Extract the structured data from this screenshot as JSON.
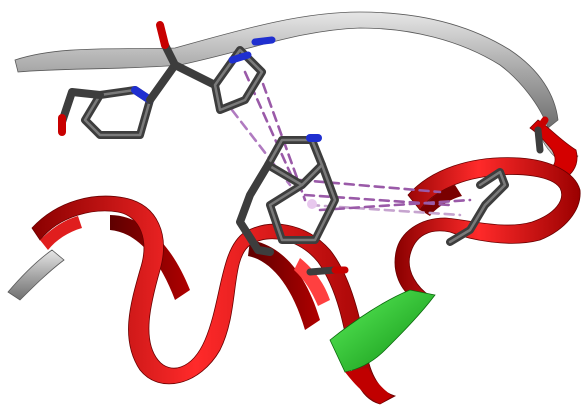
{
  "scene": {
    "description_visible_text": [],
    "colors": {
      "background": "#ffffff",
      "helix_red": "#d40000",
      "helix_red_dark": "#8a0000",
      "helix_red_light": "#ff2a2a",
      "loop_gray": "#a8a8a8",
      "loop_gray_dark": "#6f6f6f",
      "turn_green": "#18c01a",
      "stick_carbon": "#3d3d3d",
      "stick_highlight": "#7a7a7a",
      "nitrogen_blue": "#1f2fd0",
      "oxygen_red": "#c80000",
      "interaction_dash": "#9a5aa8",
      "interaction_dash_light": "#c6a4cf"
    },
    "icons": [
      "protein-ribbon",
      "alpha-helix",
      "residue-sticks",
      "interaction-dashes"
    ]
  }
}
